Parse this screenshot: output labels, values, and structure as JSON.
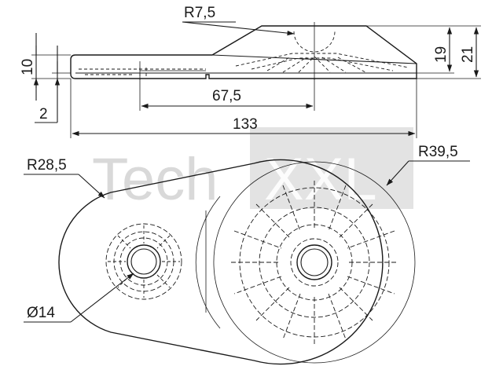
{
  "watermark": {
    "brand_part1": "Tech",
    "brand_part2": "XXL",
    "color_light": "#d9d9d9",
    "color_box": "#cccccc"
  },
  "dimensions": {
    "top_radius": "R7,5",
    "height_total_left": "10",
    "base_thickness": "2",
    "height_19": "19",
    "height_21": "21",
    "hole_spacing": "67,5",
    "overall_length": "133",
    "small_radius": "R28,5",
    "large_radius": "R39,5",
    "hole_diameter": "Ø14"
  },
  "colors": {
    "line": "#1a1a1a",
    "background": "#ffffff"
  }
}
